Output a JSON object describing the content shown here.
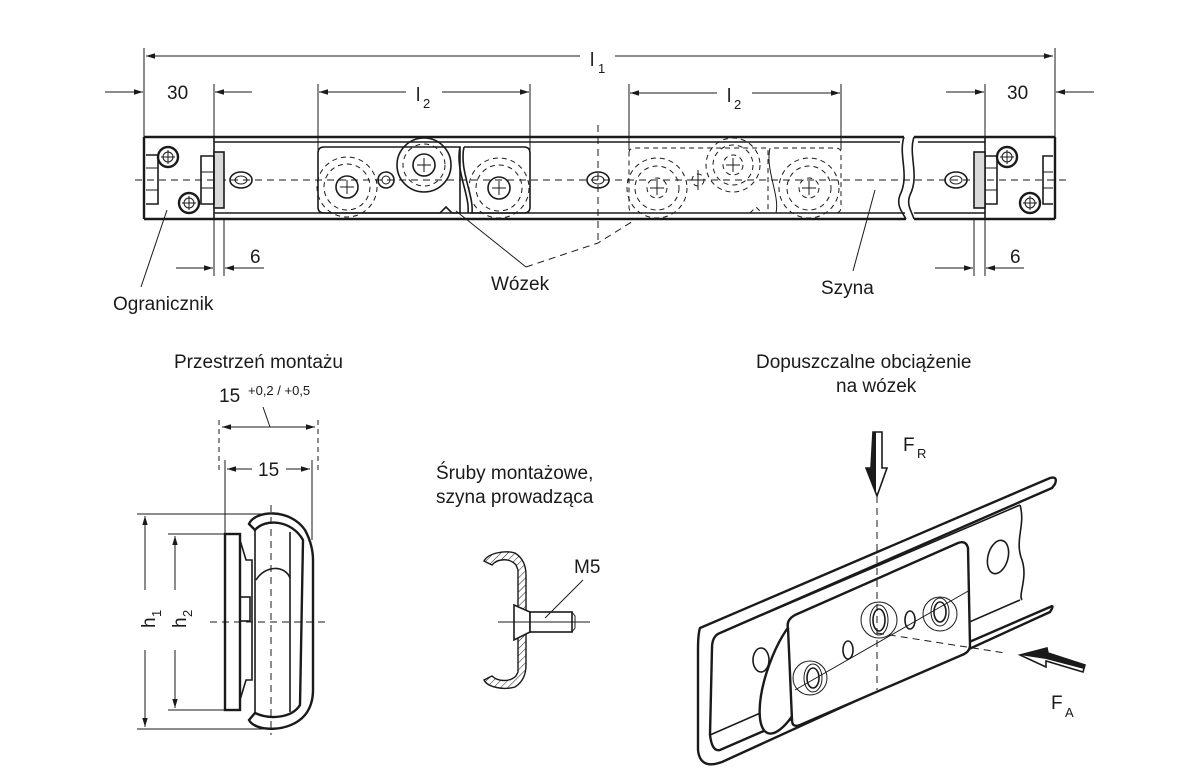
{
  "top_view": {
    "dim_l1": {
      "main": "l",
      "sub": "1"
    },
    "dim_l2_left": {
      "main": "l",
      "sub": "2"
    },
    "dim_l2_right": {
      "main": "l",
      "sub": "2"
    },
    "dim_30_left": "30",
    "dim_30_right": "30",
    "dim_6_left": "6",
    "dim_6_right": "6",
    "label_stop": "Ogranicznik",
    "label_carriage": "Wózek",
    "label_rail": "Szyna"
  },
  "mounting_space": {
    "title": "Przestrzeń montażu",
    "dim_outer": "15",
    "dim_outer_tolerance": "+0,2 / +0,5",
    "dim_inner": "15",
    "dim_h1": {
      "main": "h",
      "sub": "1"
    },
    "dim_h2": {
      "main": "h",
      "sub": "2"
    }
  },
  "screws": {
    "title_line1": "Śruby montażowe,",
    "title_line2": "szyna prowadząca",
    "thread_label": "M5"
  },
  "load": {
    "title_line1": "Dopuszczalne obciążenie",
    "title_line2": "na wózek",
    "force_radial": {
      "main": "F",
      "sub": "R"
    },
    "force_axial": {
      "main": "F",
      "sub": "A"
    }
  }
}
